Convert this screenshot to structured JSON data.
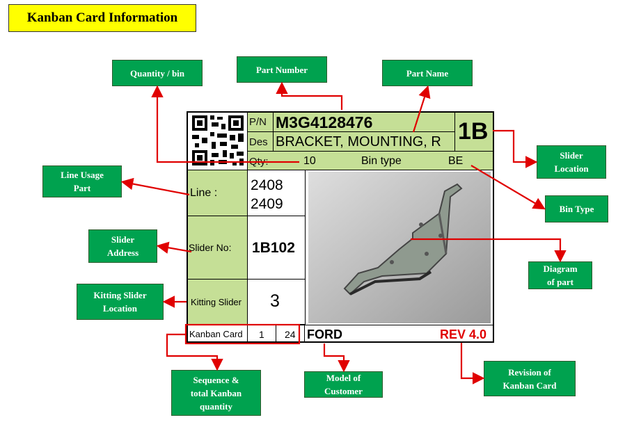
{
  "title": "Kanban Card Information",
  "labels": {
    "quantity_bin": "Quantity / bin",
    "part_number": "Part Number",
    "part_name": "Part Name",
    "line_usage": "Line Usage\nPart",
    "slider_location": "Slider\nLocation",
    "bin_type": "Bin Type",
    "slider_address": "Slider\nAddress",
    "diagram": "Diagram\nof part",
    "kitting": "Kitting Slider\nLocation",
    "sequence": "Sequence &\ntotal Kanban\nquantity",
    "model": "Model of\nCustomer",
    "revision": "Revision of\nKanban Card"
  },
  "card": {
    "pn_label": "P/N",
    "pn_value": "M3G4128476",
    "des_label": "Des",
    "des_value": "BRACKET, MOUNTING, R",
    "slider_loc": "1B",
    "qty_label": "Qty:",
    "qty_value": "10",
    "bin_type_label": "Bin type",
    "bin_type_value": "BE",
    "line_label": "Line :",
    "line_values": [
      "2408",
      "2409"
    ],
    "slider_no_label": "Slider No:",
    "slider_no_value": "1B102",
    "kitting_label": "Kitting Slider",
    "kitting_value": "3",
    "kanban_label": "Kanban Card",
    "kanban_seq": "1",
    "kanban_total": "24",
    "customer": "FORD",
    "revision": "REV 4.0"
  },
  "colors": {
    "label_bg": "#00a24f",
    "card_green": "#c5df96",
    "arrow": "#e00000",
    "revision": "#e00000",
    "title_bg": "#ffff00"
  },
  "icons": [
    "qr-code-icon",
    "bracket-photo"
  ]
}
